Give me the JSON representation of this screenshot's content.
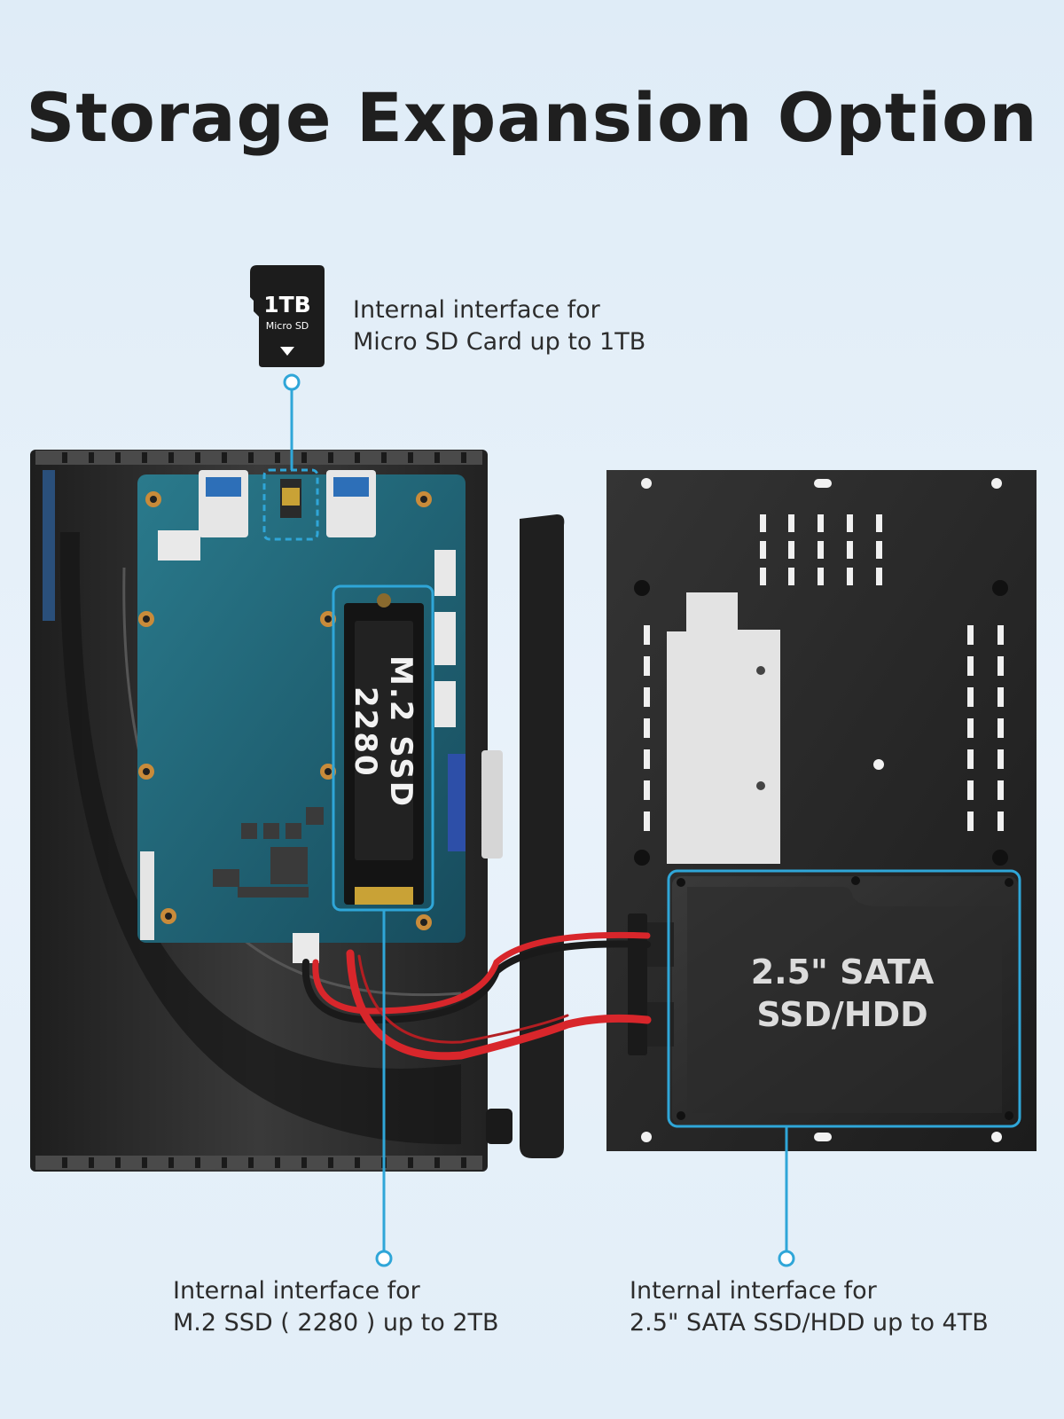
{
  "title": "Storage Expansion Option",
  "sd_card": {
    "capacity": "1TB",
    "type": "Micro SD"
  },
  "m2_ssd": {
    "label": "M.2 SSD 2280"
  },
  "sata_drive": {
    "line1": "2.5\" SATA",
    "line2": "SSD/HDD"
  },
  "captions": {
    "sd": {
      "line1": "Internal interface for",
      "line2": "Micro SD Card  up to 1TB"
    },
    "m2": {
      "line1": "Internal interface for",
      "line2": "M.2 SSD ( 2280 ) up to 2TB"
    },
    "sata": {
      "line1": "Internal interface for",
      "line2": "2.5\" SATA SSD/HDD up to 4TB"
    }
  },
  "colors": {
    "callout": "#2fa6d8",
    "chassis": "#2b2b2b",
    "pcb": "#1d5f73",
    "cable_red": "#d8262b",
    "cable_black": "#1a1a1a"
  }
}
